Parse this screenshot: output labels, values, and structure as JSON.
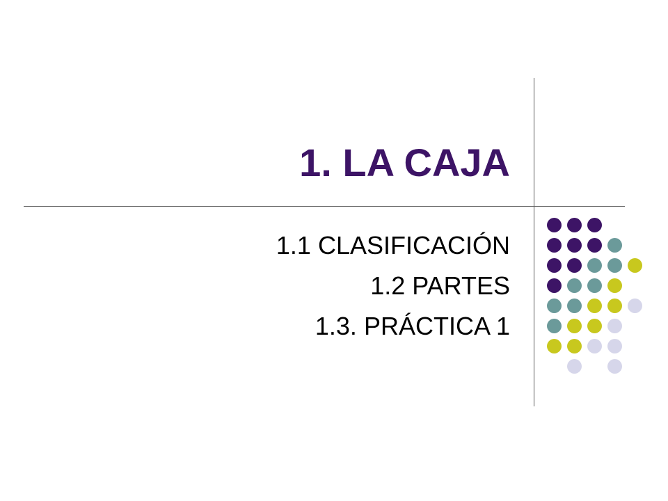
{
  "slide": {
    "title": "1. LA CAJA",
    "items": [
      "1.1 CLASIFICACIÓN",
      "1.2 PARTES",
      "1.3. PRÁCTICA 1"
    ]
  },
  "colors": {
    "title": "#3d1466",
    "text": "#000000",
    "lines": "#5a5a5a",
    "dot_purple": "#3d1466",
    "dot_teal": "#6b9a9a",
    "dot_yellow": "#c8c81e",
    "dot_lavender": "#d6d6ea"
  },
  "decoration": {
    "name": "dot-grid",
    "pattern": [
      [
        "purple",
        "purple",
        "purple",
        null,
        null
      ],
      [
        "purple",
        "purple",
        "purple",
        "teal",
        null
      ],
      [
        "purple",
        "purple",
        "teal",
        "teal",
        "yellow"
      ],
      [
        "purple",
        "teal",
        "teal",
        "yellow",
        null
      ],
      [
        "teal",
        "teal",
        "yellow",
        "yellow",
        "lavender"
      ],
      [
        "teal",
        "yellow",
        "yellow",
        "lavender",
        null
      ],
      [
        "yellow",
        "yellow",
        "lavender",
        "lavender",
        null
      ],
      [
        null,
        "lavender",
        null,
        "lavender",
        null
      ]
    ]
  }
}
